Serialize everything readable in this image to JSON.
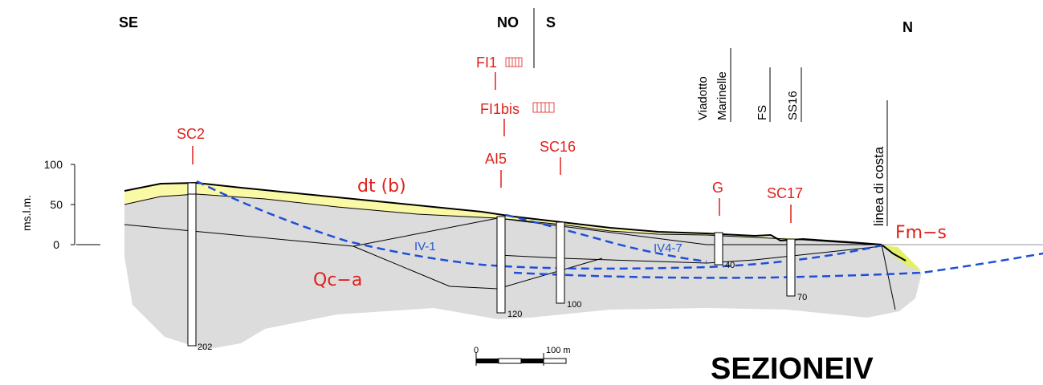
{
  "compass": {
    "left": "SE",
    "mid_left": "NO",
    "mid_right": "S",
    "right": "N"
  },
  "axis": {
    "ylabel": "ms.l.m.",
    "ticks": [
      "100",
      "50",
      "0"
    ]
  },
  "boreholes": {
    "sc2": {
      "label": "SC2",
      "depth": "202"
    },
    "fi1": {
      "label": "FI1"
    },
    "fi1bis": {
      "label": "FI1bis"
    },
    "ai5": {
      "label": "AI5",
      "depth": "120"
    },
    "sc16": {
      "label": "SC16",
      "depth": "100"
    },
    "g": {
      "label": "G",
      "depth": "40"
    },
    "sc17": {
      "label": "SC17",
      "depth": "70"
    }
  },
  "units": {
    "dt": "dt (b)",
    "qc": "Qc−a",
    "fm": "Fm−s"
  },
  "water_tables": {
    "iv1": "IV-1",
    "iv47": "IV4-7"
  },
  "features": {
    "viadotto_line1": "Viadotto",
    "viadotto_line2": "Marinelle",
    "fs": "FS",
    "ss16": "SS16",
    "coast": "linea di costa"
  },
  "scale": {
    "start": "0",
    "end": "100 m"
  },
  "title": "SEZIONEIV",
  "colors": {
    "ground": "#dcdcdc",
    "dt": "#fafaa6",
    "label": "#e0201c",
    "water": "#2255cc"
  }
}
